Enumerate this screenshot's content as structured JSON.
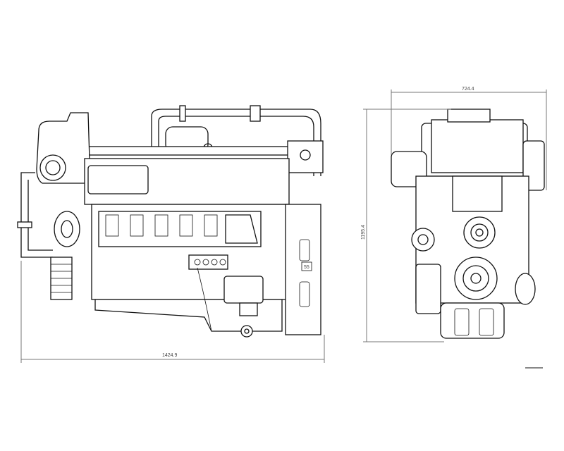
{
  "drawing": {
    "side_view": {
      "overall_length_dimension": "1424.9",
      "bracket_dimension": "55"
    },
    "front_view": {
      "overall_width_dimension": "724.4",
      "overall_height_dimension": "1195.4"
    }
  }
}
